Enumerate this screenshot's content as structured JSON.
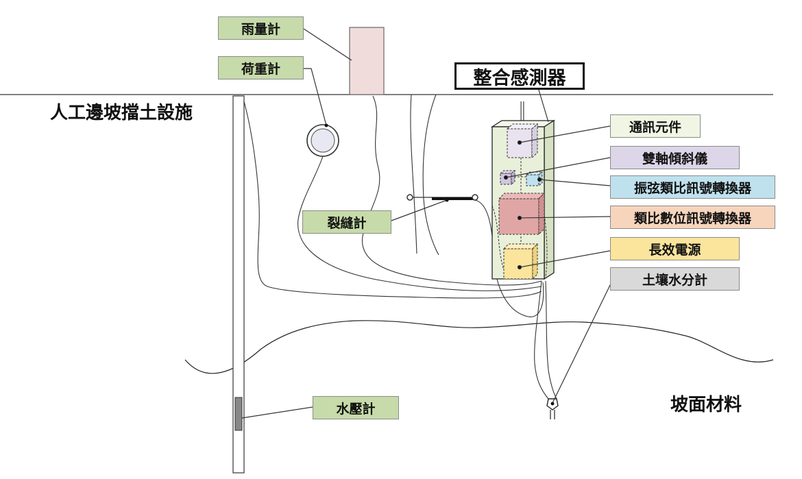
{
  "title": "整合感測器",
  "area_labels": {
    "retaining_facility": "人工邊坡擋土設施",
    "slope_material": "坡面材料"
  },
  "sensors": {
    "rain_gauge": "雨量計",
    "load_cell": "荷重計",
    "crack_meter": "裂縫計",
    "piezometer": "水壓計",
    "soil_moisture": "土壤水分計"
  },
  "components": {
    "comm_module": "通訊元件",
    "biaxial_inclinometer": "雙軸傾斜儀",
    "vibrating_wire_converter": "振弦類比訊號轉換器",
    "adc_converter": "類比數位訊號轉換器",
    "long_life_power": "長效電源"
  },
  "colors": {
    "sensor_label": "#c6dba9",
    "comm_module": "#f0f5e4",
    "inclinometer": "#dcd6e8",
    "vibrating_wire": "#bfe1ee",
    "adc": "#f7d5bd",
    "power": "#fbe49c",
    "soil_moisture": "#d9d9d9",
    "rain_gauge_body": "#f1dcdc",
    "device_body": "#e9f0da",
    "adc_block": "#e0a6a6",
    "power_block": "#fbe49c"
  }
}
